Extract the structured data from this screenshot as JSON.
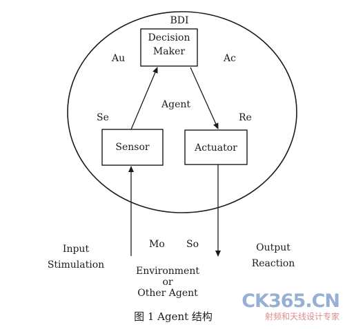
{
  "diagram": {
    "agent_label": "Agent",
    "bdi_label": "BDI",
    "decision_maker_line1": "Decision",
    "decision_maker_line2": "Maker",
    "sensor_label": "Sensor",
    "actuator_label": "Actuator",
    "au_label": "Au",
    "ac_label": "Ac",
    "se_label": "Se",
    "re_label": "Re",
    "mo_label": "Mo",
    "so_label": "So",
    "input_line1": "Input",
    "input_line2": "Stimulation",
    "output_line1": "Output",
    "output_line2": "Reaction",
    "env_line1": "Environment",
    "env_line2": "or",
    "env_line3": "Other Agent"
  },
  "caption": "图 1 Agent 结构",
  "watermark": {
    "logo": "CK365.CN",
    "subtitle": "射频和天线设计专家"
  }
}
